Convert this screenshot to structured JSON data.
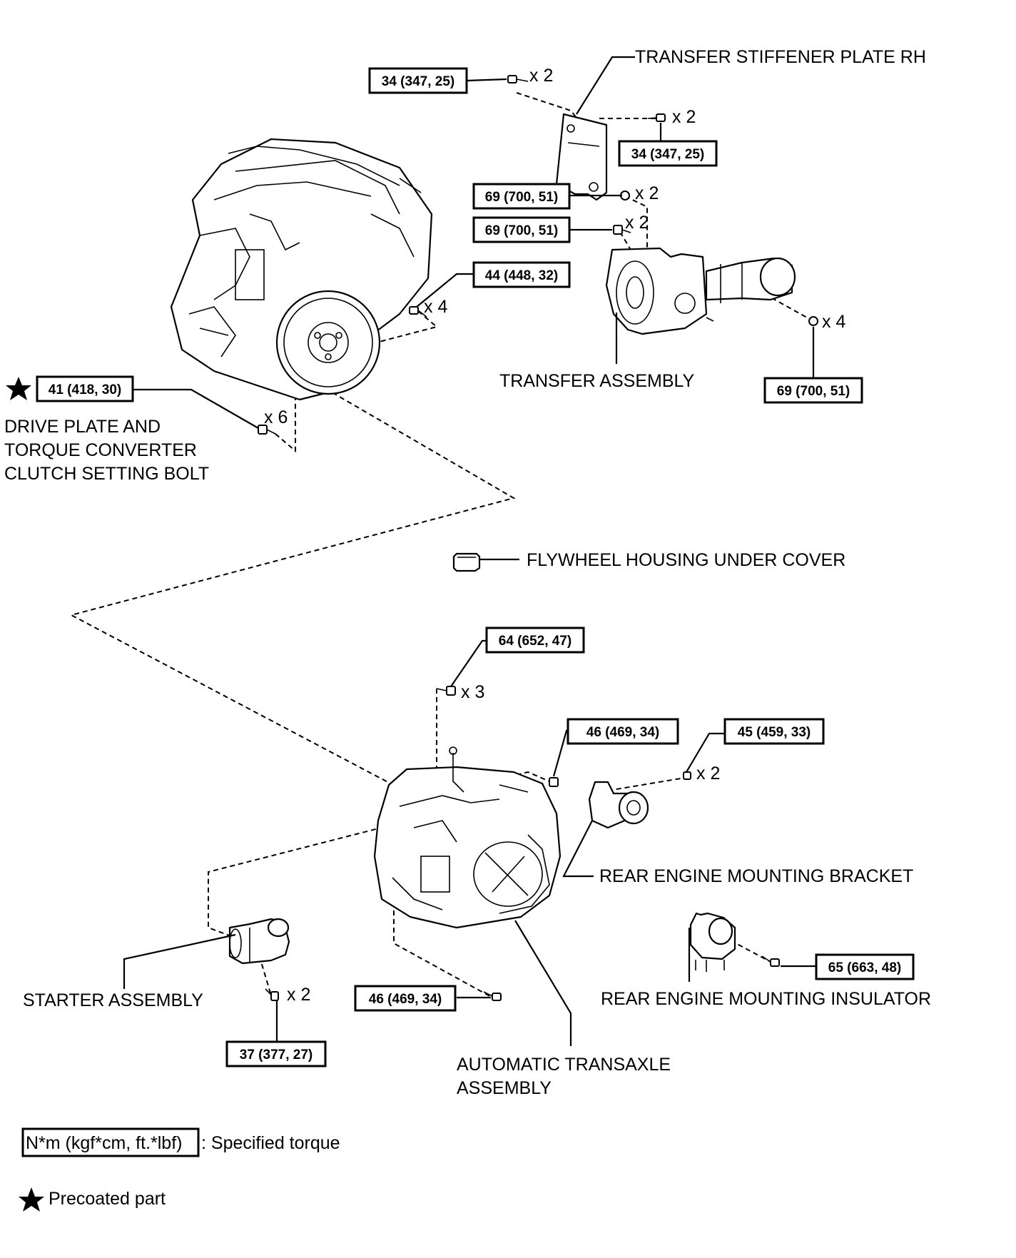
{
  "labels": {
    "transfer_stiffener": "TRANSFER STIFFENER PLATE RH",
    "transfer_assembly": "TRANSFER ASSEMBLY",
    "drive_plate": [
      "DRIVE PLATE AND",
      "TORQUE CONVERTER",
      "CLUTCH SETTING BOLT"
    ],
    "flywheel_cover": "FLYWHEEL HOUSING UNDER COVER",
    "rear_bracket": "REAR ENGINE MOUNTING BRACKET",
    "starter": "STARTER ASSEMBLY",
    "rear_insulator": "REAR ENGINE MOUNTING INSULATOR",
    "transaxle": [
      "AUTOMATIC TRANSAXLE",
      "ASSEMBLY"
    ]
  },
  "torques": {
    "stiffener_bolt_a": "34 (347, 25)",
    "stiffener_bolt_b": "34 (347, 25)",
    "transfer_nut_a": "69 (700, 51)",
    "transfer_bolt_b": "69 (700, 51)",
    "transfer_nut_c": "69 (700, 51)",
    "engine_bolt": "44 (448, 32)",
    "drive_plate_bolt": "41 (418, 30)",
    "transaxle_top_bolt": "64 (652, 47)",
    "transaxle_bolt_a": "46 (469, 34)",
    "bracket_bolt": "45 (459, 33)",
    "insulator_bolt": "65 (663, 48)",
    "transaxle_bolt_b": "46 (469, 34)",
    "starter_bolt": "37 (377, 27)"
  },
  "quantities": {
    "stiffener_a": "x 2",
    "stiffener_b": "x 2",
    "transfer_a": "x 2",
    "transfer_b": "x 2",
    "engine_bolt": "x 4",
    "transfer_c": "x 4",
    "drive_plate": "x 6",
    "transaxle_top": "x 3",
    "bracket": "x 2",
    "starter": "x 2"
  },
  "legend": {
    "torque_unit": "N*m (kgf*cm, ft.*lbf)",
    "torque_text": ": Specified torque",
    "precoat_text": "Precoated part"
  },
  "icons": {
    "precoat": "star-icon",
    "bolt": "bolt-icon"
  }
}
